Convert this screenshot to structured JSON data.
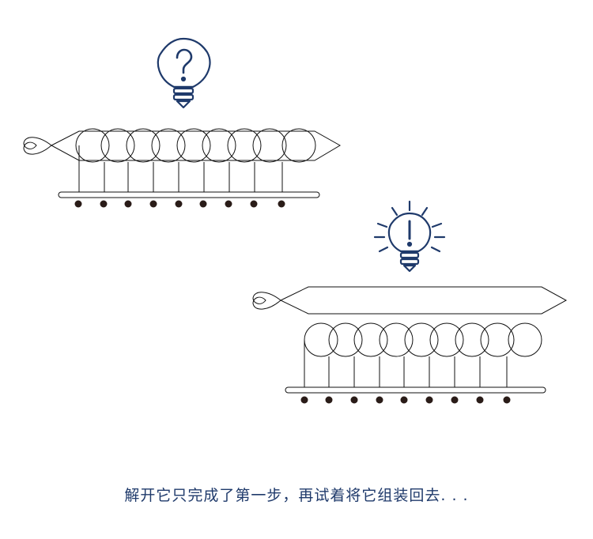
{
  "caption": "解开它只完成了第一步，再试着将它组装回去. . .",
  "colors": {
    "icon": "#1f3a6b",
    "line": "#111111",
    "bead": "#2a1c18",
    "caption": "#1f3a6b"
  },
  "icons": {
    "question_bulb": "question-mark-lightbulb-icon",
    "idea_bulb": "exclamation-lightbulb-icon"
  },
  "puzzle": {
    "loop_count": 9,
    "bead_count": 9
  }
}
